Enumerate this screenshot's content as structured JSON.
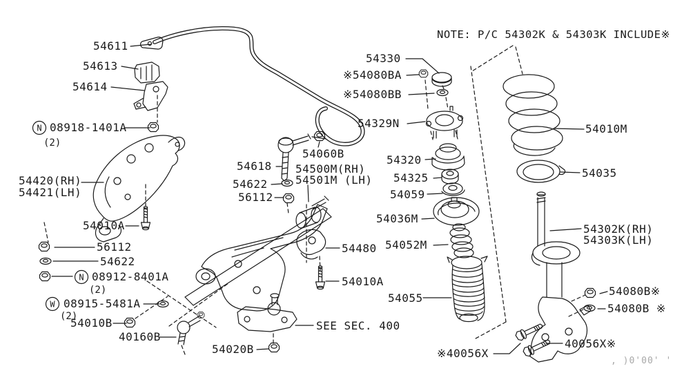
{
  "title": "Front suspension exploded parts diagram",
  "note": {
    "text": "NOTE: P/C 54302K & 54303K INCLUDE※"
  },
  "watermark": {
    "text": ", )0'00' '"
  },
  "colors": {
    "line": "#1a1a1a",
    "background": "#ffffff",
    "watermark": "#a8a8a8"
  },
  "parts": [
    {
      "label": "54611"
    },
    {
      "label": "54613"
    },
    {
      "label": "54614"
    },
    {
      "prefix_letter": "N",
      "label": "08918-1401A",
      "qty": "(2)"
    },
    {
      "label": "54420(RH)"
    },
    {
      "label": "54421(LH)"
    },
    {
      "label": "54010A"
    },
    {
      "label": "56112"
    },
    {
      "label": "54622"
    },
    {
      "prefix_letter": "N",
      "label": "08912-8401A",
      "qty": "(2)"
    },
    {
      "prefix_letter": "W",
      "label": "08915-5481A",
      "qty": "(2)"
    },
    {
      "label": "54010B"
    },
    {
      "label": "40160B"
    },
    {
      "label": "54020B"
    },
    {
      "label": "54618"
    },
    {
      "label": "54060B"
    },
    {
      "label": "54500M(RH)"
    },
    {
      "label": "54501M (LH)"
    },
    {
      "label": "54622"
    },
    {
      "label": "56112"
    },
    {
      "label": "54480"
    },
    {
      "label": "54010A"
    },
    {
      "label": "SEE SEC. 400"
    },
    {
      "label": "54330"
    },
    {
      "label": "※54080BA"
    },
    {
      "label": "※54080BB"
    },
    {
      "label": "54329N"
    },
    {
      "label": "54320"
    },
    {
      "label": "54325"
    },
    {
      "label": "54059"
    },
    {
      "label": "54036M"
    },
    {
      "label": "54052M"
    },
    {
      "label": "54055"
    },
    {
      "label": "54010M"
    },
    {
      "label": "54035"
    },
    {
      "label": "54302K(RH)"
    },
    {
      "label": "54303K(LH)"
    },
    {
      "label": "54080B※"
    },
    {
      "label": "54080B ※"
    },
    {
      "label": "※40056X"
    },
    {
      "label": "40056X※"
    }
  ]
}
